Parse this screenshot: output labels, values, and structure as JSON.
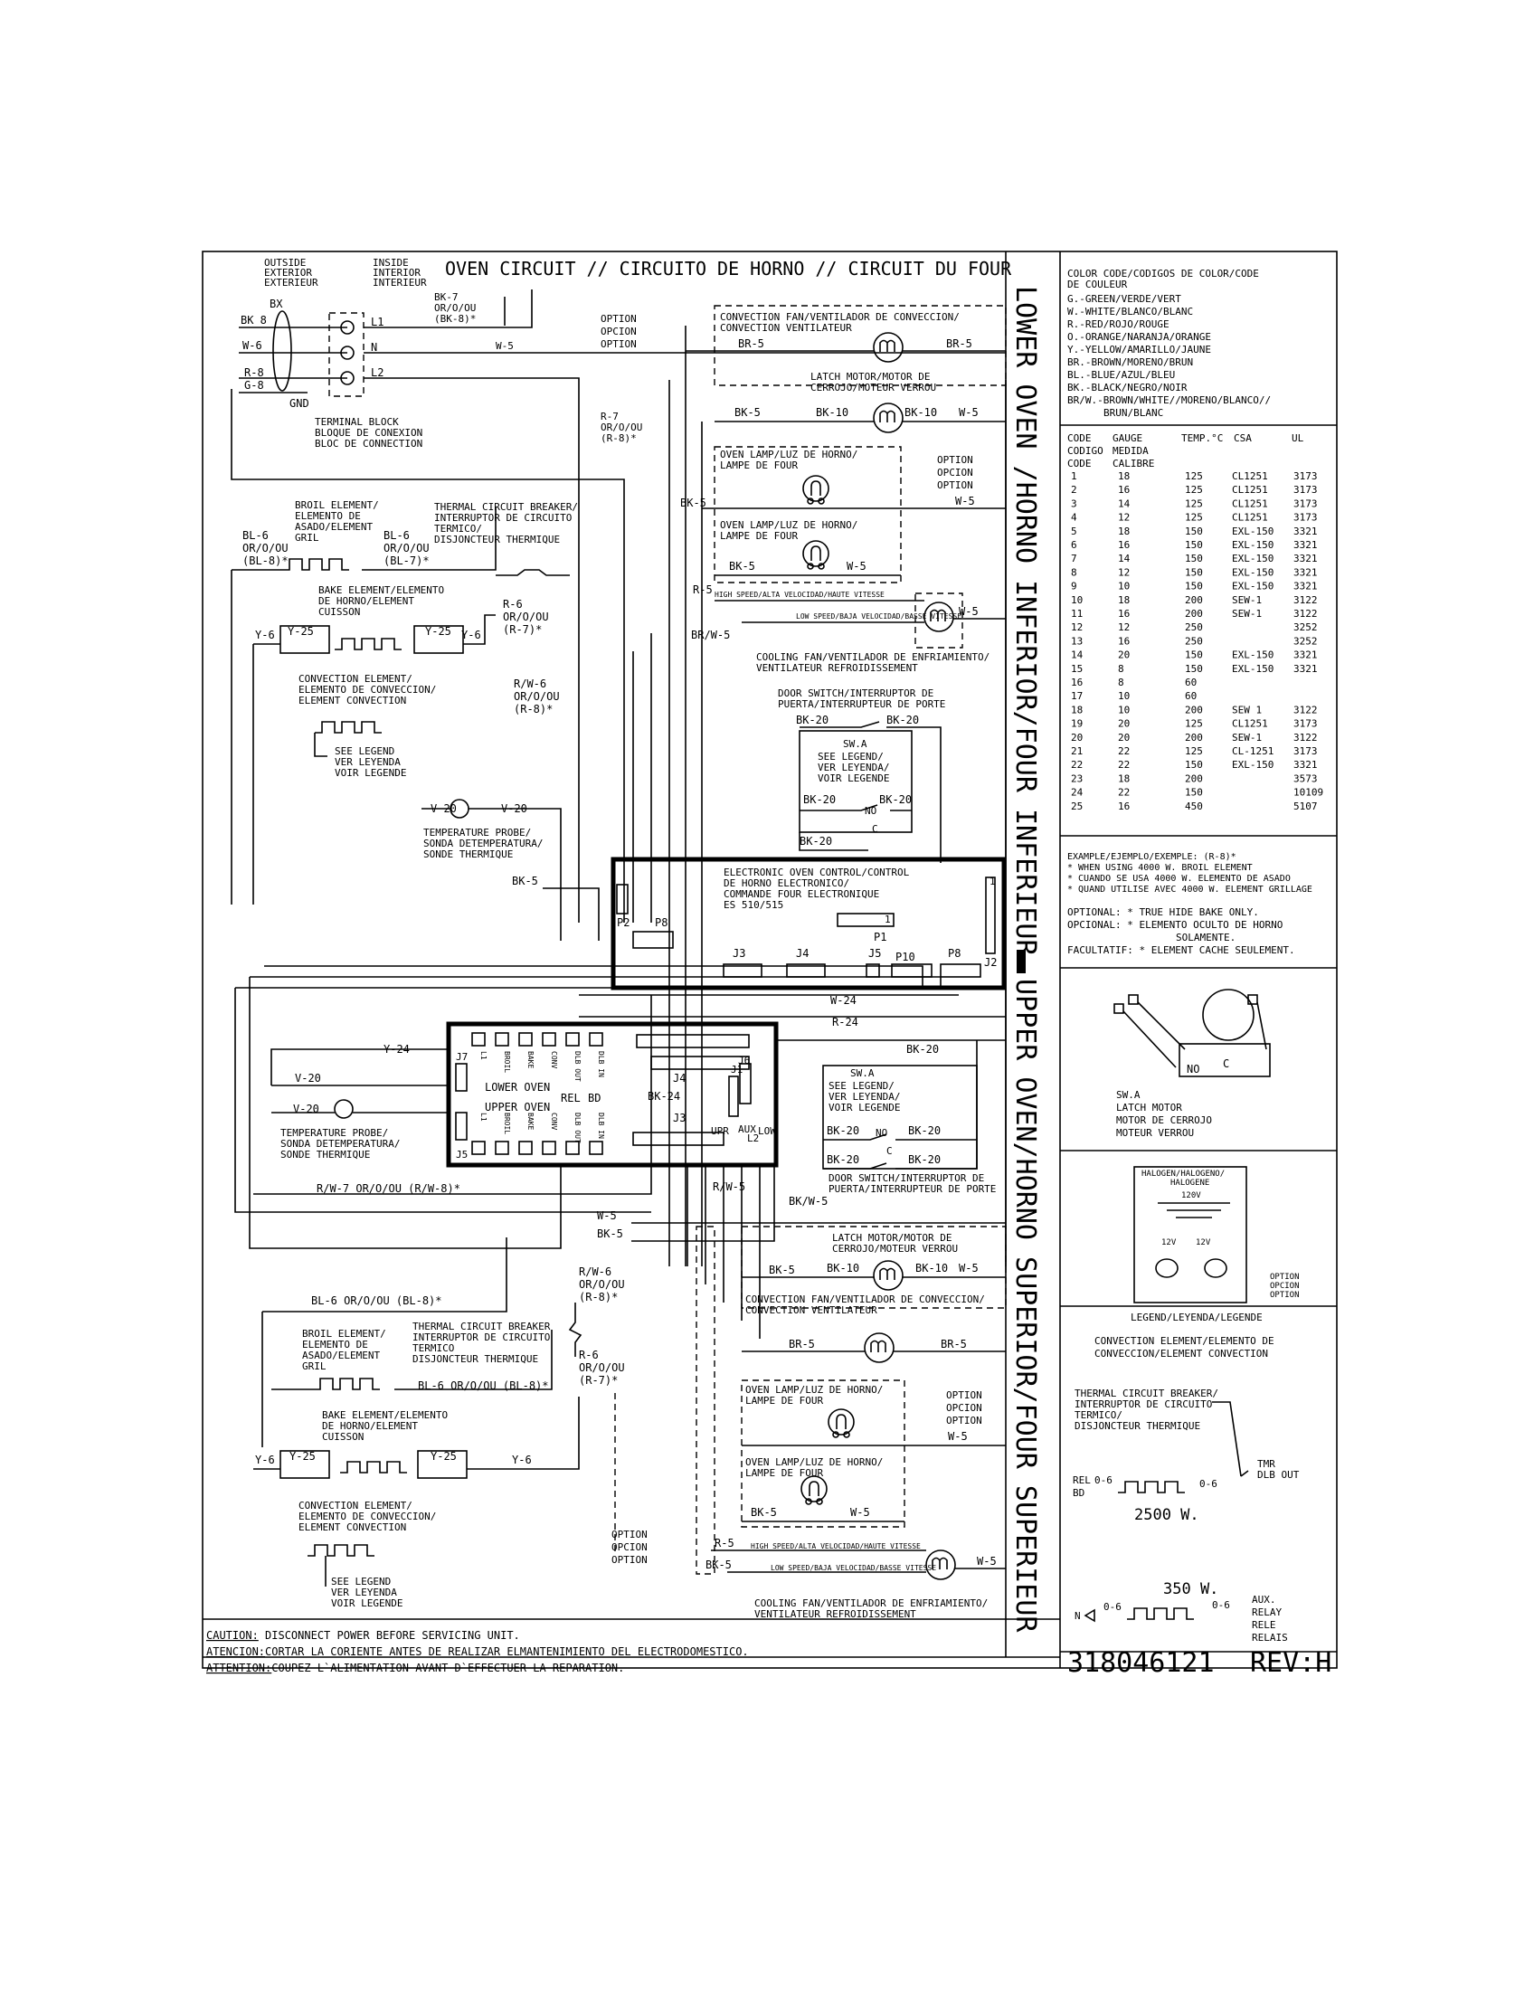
{
  "title": "OVEN CIRCUIT // CIRCUITO DE HORNO // CIRCUIT DU FOUR",
  "header": {
    "outside": [
      "OUTSIDE",
      "EXTERIOR",
      "EXTERIEUR"
    ],
    "inside": [
      "INSIDE",
      "INTERIOR",
      "INTERIEUR"
    ]
  },
  "side_titles": {
    "lower": "LOWER OVEN /HORNO INFERIOR/FOUR INFERIEUR",
    "upper": "UPPER OVEN/HORNO SUPERIOR/FOUR SUPERIEUR"
  },
  "supply": {
    "bx": "BX",
    "bk8": "BK 8",
    "w6": "W-6",
    "r8": "R-8",
    "g8": "G-8",
    "gnd": "GND",
    "l1": "L1",
    "n": "N",
    "l2": "L2",
    "bk7": [
      "BK-7",
      "OR/O/OU",
      "(BK-8)*"
    ],
    "w5": "W-5",
    "terminal": [
      "TERMINAL BLOCK",
      "BLOQUE DE CONEXION",
      "BLOC DE CONNECTION"
    ],
    "r7": [
      "R-7",
      "OR/O/OU",
      "(R-8)*"
    ]
  },
  "lower": {
    "option": [
      "OPTION",
      "OPCION",
      "OPTION"
    ],
    "conv_fan": [
      "CONVECTION FAN/VENTILADOR DE CONVECCION/",
      "CONVECTION VENTILATEUR"
    ],
    "br5a": "BR-5",
    "br5b": "BR-5",
    "latch": [
      "LATCH MOTOR/MOTOR DE",
      "CERROJO/MOTEUR VERROU"
    ],
    "bk5": "BK-5",
    "bk10a": "BK-10",
    "bk10b": "BK-10",
    "w5": "W-5",
    "lamp1": [
      "OVEN LAMP/LUZ DE HORNO/",
      "LAMPE DE FOUR"
    ],
    "lamp_option": [
      "OPTION",
      "OPCION",
      "OPTION"
    ],
    "bk5b": "BK-5",
    "w5b": "W-5",
    "lamp2": [
      "OVEN LAMP/LUZ DE HORNO/",
      "LAMPE DE FOUR"
    ],
    "bk5c": "BK-5",
    "w5c": "W-5",
    "r5": "R-5",
    "hi_speed": "HIGH SPEED/ALTA VELOCIDAD/HAUTE VITESSE",
    "lo_speed": "LOW SPEED/BAJA VELOCIDAD/BASSE VITESSE",
    "brw5": "BR/W-5",
    "w5d": "W-5",
    "cooling": [
      "COOLING FAN/VENTILADOR DE ENFRIAMIENTO/",
      "VENTILATEUR REFROIDISSEMENT"
    ],
    "door": [
      "DOOR SWITCH/INTERRUPTOR DE",
      "PUERTA/INTERRUPTEUR DE PORTE"
    ],
    "bk20": "BK-20",
    "swa": [
      "SW.A",
      "SEE LEGEND/",
      "VER LEYENDA/",
      "VOIR LEGENDE"
    ],
    "no": "NO",
    "c": "C",
    "broil": [
      "BROIL ELEMENT/",
      "ELEMENTO DE",
      "ASADO/ELEMENT",
      "GRIL"
    ],
    "bl6": [
      "BL-6",
      "OR/O/OU",
      "(BL-8)*"
    ],
    "bl6b": [
      "BL-6",
      "OR/O/OU",
      "(BL-7)*"
    ],
    "tcb": [
      "THERMAL CIRCUIT BREAKER/",
      "INTERRUPTOR DE CIRCUITO",
      "TERMICO/",
      "DISJONCTEUR THERMIQUE"
    ],
    "bake": [
      "BAKE ELEMENT/ELEMENTO",
      "DE HORNO/ELEMENT",
      "CUISSON"
    ],
    "r6": [
      "R-6",
      "OR/O/OU",
      "(R-7)*"
    ],
    "y6": "Y-6",
    "y25": "Y-25",
    "conv_el": [
      "CONVECTION ELEMENT/",
      "ELEMENTO DE CONVECCION/",
      "ELEMENT CONVECTION"
    ],
    "rw6": [
      "R/W-6",
      "OR/O/OU",
      "(R-8)*"
    ],
    "legend": [
      "SEE LEGEND",
      "VER LEYENDA",
      "VOIR LEGENDE"
    ],
    "v20": "V 20",
    "v20b": "V-20",
    "probe": [
      "TEMPERATURE PROBE/",
      "SONDA DETEMPERATURA/",
      "SONDE THERMIQUE"
    ],
    "bk5d": "BK-5"
  },
  "eoc": {
    "label": [
      "ELECTRONIC OVEN CONTROL/CONTROL",
      "DE HORNO ELECTRONICO/",
      "COMMANDE FOUR ELECTRONIQUE",
      "ES 510/515"
    ],
    "p2": "P2",
    "p8": "P8",
    "p1": "P1",
    "one": "1",
    "j3": "J3",
    "j4": "J4",
    "j5": "J5",
    "p10": "P10",
    "pb": "P8",
    "j2": "J2"
  },
  "relay": {
    "lower": "LOWER OVEN",
    "upper": "UPPER OVEN",
    "rel": "REL",
    "bd": "BD",
    "j4": "J4",
    "j3": "J3",
    "bk24": "BK-24",
    "j6": "J6",
    "j1": "J1",
    "j7": "J7",
    "j5": "J5",
    "top_tags": [
      "L1",
      "BROIL",
      "BAKE",
      "CONV",
      "DLB OUT",
      "DLB IN"
    ],
    "bot_tags": [
      "L1",
      "BROIL",
      "BAKE",
      "CONV",
      "DLB OUT",
      "DLB IN"
    ],
    "aux": [
      "UPR",
      "AUX",
      "L2",
      "LOW"
    ]
  },
  "mid": {
    "w24": "W-24",
    "r24": "R-24",
    "bk20": "BK-20",
    "y24": "Y-24",
    "v20": "V-20",
    "v20b": "V-20",
    "probe": [
      "TEMPERATURE PROBE/",
      "SONDA DETEMPERATURA/",
      "SONDE THERMIQUE"
    ],
    "rw7": "R/W-7 OR/O/OU (R/W-8)*",
    "rw5": "R/W-5",
    "bkw5": "BK/W-5",
    "w5": "W-5",
    "bk5": "BK-5"
  },
  "upper": {
    "swa": [
      "SW.A",
      "SEE LEGEND/",
      "VER LEYENDA/",
      "VOIR LEGENDE"
    ],
    "bk20": "BK-20",
    "no": "NO",
    "c": "C",
    "door": [
      "DOOR SWITCH/INTERRUPTOR DE",
      "PUERTA/INTERRUPTEUR DE PORTE"
    ],
    "latch": [
      "LATCH MOTOR/MOTOR DE",
      "CERROJO/MOTEUR VERROU"
    ],
    "bk5": "BK-5",
    "bk10a": "BK-10",
    "bk10b": "BK-10",
    "w5": "W-5",
    "conv_fan": [
      "CONVECTION FAN/VENTILADOR DE CONVECCION/",
      "CONVECTION VENTILATEUR"
    ],
    "br5": "BR-5",
    "lamp1": [
      "OVEN LAMP/LUZ DE HORNO/",
      "LAMPE DE FOUR"
    ],
    "lamp_option": [
      "OPTION",
      "OPCION",
      "OPTION"
    ],
    "lamp2": [
      "OVEN LAMP/LUZ DE HORNO/",
      "LAMPE DE FOUR"
    ],
    "option": [
      "OPTION",
      "OPCION",
      "OPTION"
    ],
    "r5": "R-5",
    "hi_speed": "HIGH SPEED/ALTA VELOCIDAD/HAUTE VITESSE",
    "lo_speed": "LOW SPEED/BAJA VELOCIDAD/BASSE VITESSE",
    "cooling": [
      "COOLING FAN/VENTILADOR DE ENFRIAMIENTO/",
      "VENTILATEUR REFROIDISSEMENT"
    ],
    "bl6": "BL-6 OR/O/OU (BL-8)*",
    "bl6b": "BL-6 OR/O/OU (BL-8)*",
    "broil": [
      "BROIL ELEMENT/",
      "ELEMENTO DE",
      "ASADO/ELEMENT",
      "GRIL"
    ],
    "tcb": [
      "THERMAL CIRCUIT BREAKER",
      "INTERRUPTOR DE CIRCUITO",
      "TERMICO",
      "DISJONCTEUR THERMIQUE"
    ],
    "rw6": [
      "R/W-6",
      "OR/O/OU",
      "(R-8)*"
    ],
    "r6": [
      "R-6",
      "OR/O/OU",
      "(R-7)*"
    ],
    "bake": [
      "BAKE ELEMENT/ELEMENTO",
      "DE HORNO/ELEMENT",
      "CUISSON"
    ],
    "y6": "Y-6",
    "y25": "Y-25",
    "conv_el": [
      "CONVECTION ELEMENT/",
      "ELEMENTO DE CONVECCION/",
      "ELEMENT CONVECTION"
    ],
    "legend": [
      "SEE LEGEND",
      "VER LEYENDA",
      "VOIR LEGENDE"
    ]
  },
  "color_code": {
    "title": [
      "COLOR CODE/CODIGOS DE COLOR/CODE",
      "DE COULEUR"
    ],
    "rows": [
      "G.-GREEN/VERDE/VERT",
      "W.-WHITE/BLANCO/BLANC",
      "R.-RED/ROJO/ROUGE",
      "O.-ORANGE/NARANJA/ORANGE",
      "Y.-YELLOW/AMARILLO/JAUNE",
      "BR.-BROWN/MORENO/BRUN",
      "BL.-BLUE/AZUL/BLEU",
      "BK.-BLACK/NEGRO/NOIR",
      "BR/W.-BROWN/WHITE//MORENO/BLANCO//",
      "BRUN/BLANC"
    ]
  },
  "gauge_table": {
    "headers": [
      "CODE",
      "GAUGE",
      "TEMP.°C",
      "CSA",
      "UL"
    ],
    "headers2": [
      "CODIGO",
      "MEDIDA"
    ],
    "headers3": [
      "CODE",
      "CALIBRE"
    ],
    "rows": [
      [
        "1",
        "18",
        "125",
        "CL1251",
        "3173"
      ],
      [
        "2",
        "16",
        "125",
        "CL1251",
        "3173"
      ],
      [
        "3",
        "14",
        "125",
        "CL1251",
        "3173"
      ],
      [
        "4",
        "12",
        "125",
        "CL1251",
        "3173"
      ],
      [
        "5",
        "18",
        "150",
        "EXL-150",
        "3321"
      ],
      [
        "6",
        "16",
        "150",
        "EXL-150",
        "3321"
      ],
      [
        "7",
        "14",
        "150",
        "EXL-150",
        "3321"
      ],
      [
        "8",
        "12",
        "150",
        "EXL-150",
        "3321"
      ],
      [
        "9",
        "10",
        "150",
        "EXL-150",
        "3321"
      ],
      [
        "10",
        "18",
        "200",
        "SEW-1",
        "3122"
      ],
      [
        "11",
        "16",
        "200",
        "SEW-1",
        "3122"
      ],
      [
        "12",
        "12",
        "250",
        "",
        "3252"
      ],
      [
        "13",
        "16",
        "250",
        "",
        "3252"
      ],
      [
        "14",
        "20",
        "150",
        "EXL-150",
        "3321"
      ],
      [
        "15",
        "8",
        "150",
        "EXL-150",
        "3321"
      ],
      [
        "16",
        "8",
        "60",
        "",
        ""
      ],
      [
        "17",
        "10",
        "60",
        "",
        ""
      ],
      [
        "18",
        "10",
        "200",
        "SEW 1",
        "3122"
      ],
      [
        "19",
        "20",
        "125",
        "CL1251",
        "3173"
      ],
      [
        "20",
        "20",
        "200",
        "SEW-1",
        "3122"
      ],
      [
        "21",
        "22",
        "125",
        "CL-1251",
        "3173"
      ],
      [
        "22",
        "22",
        "150",
        "EXL-150",
        "3321"
      ],
      [
        "23",
        "18",
        "200",
        "",
        "3573"
      ],
      [
        "24",
        "22",
        "150",
        "",
        "10109"
      ],
      [
        "25",
        "16",
        "450",
        "",
        "5107"
      ]
    ]
  },
  "notes": {
    "example": "EXAMPLE/EJEMPLO/EXEMPLE: (R-8)*",
    "lines": [
      "* WHEN USING 4000 W. BROIL ELEMENT",
      "* CUANDO SE USA 4000 W. ELEMENTO DE ASADO",
      "* QUAND UTILISE AVEC 4000 W. ELEMENT GRILLAGE"
    ],
    "optional": [
      "OPTIONAL: * TRUE HIDE BAKE ONLY.",
      "OPCIONAL: * ELEMENTO OCULTO DE HORNO",
      "SOLAMENTE.",
      "FACULTATIF: * ELEMENT CACHE SEULEMENT."
    ]
  },
  "latch_panel": {
    "no": "NO",
    "c": "C",
    "label": [
      "SW.A",
      "LATCH MOTOR",
      "MOTOR DE CERROJO",
      "MOTEUR VERROU"
    ]
  },
  "halogen": {
    "title": [
      "HALOGEN/HALOGENO/",
      "HALOGENE"
    ],
    "volts": "120V",
    "v12": "12V",
    "option": [
      "OPTION",
      "OPCION",
      "OPTION"
    ]
  },
  "legend_panel": {
    "title": "LEGEND/LEYENDA/LEGENDE",
    "conv": [
      "CONVECTION ELEMENT/ELEMENTO DE",
      "CONVECCION/ELEMENT CONVECTION"
    ],
    "tcb": [
      "THERMAL CIRCUIT BREAKER/",
      "INTERRUPTOR DE CIRCUITO",
      "TERMICO/",
      "DISJONCTEUR THERMIQUE"
    ],
    "tmr": [
      "TMR",
      "DLB OUT"
    ],
    "rel": [
      "REL",
      "BD"
    ],
    "o6": "0-6",
    "w2500": "2500 W.",
    "w350": "350 W.",
    "n": "N",
    "aux": [
      "AUX.",
      "RELAY",
      "RELE",
      "RELAIS"
    ]
  },
  "caution": [
    [
      "CAUTION:",
      " DISCONNECT POWER BEFORE SERVICING UNIT."
    ],
    [
      "ATENCION:",
      "CORTAR LA CORIENTE ANTES DE REALIZAR ELMANTENIMIENTO DEL ELECTRODOMESTICO."
    ],
    [
      "ATTENTION:",
      "COUPEZ L`ALIMENTATION AVANT D`EFFECTUER LA REPARATION."
    ]
  ],
  "part_number": "318046121",
  "revision": "REV:H"
}
